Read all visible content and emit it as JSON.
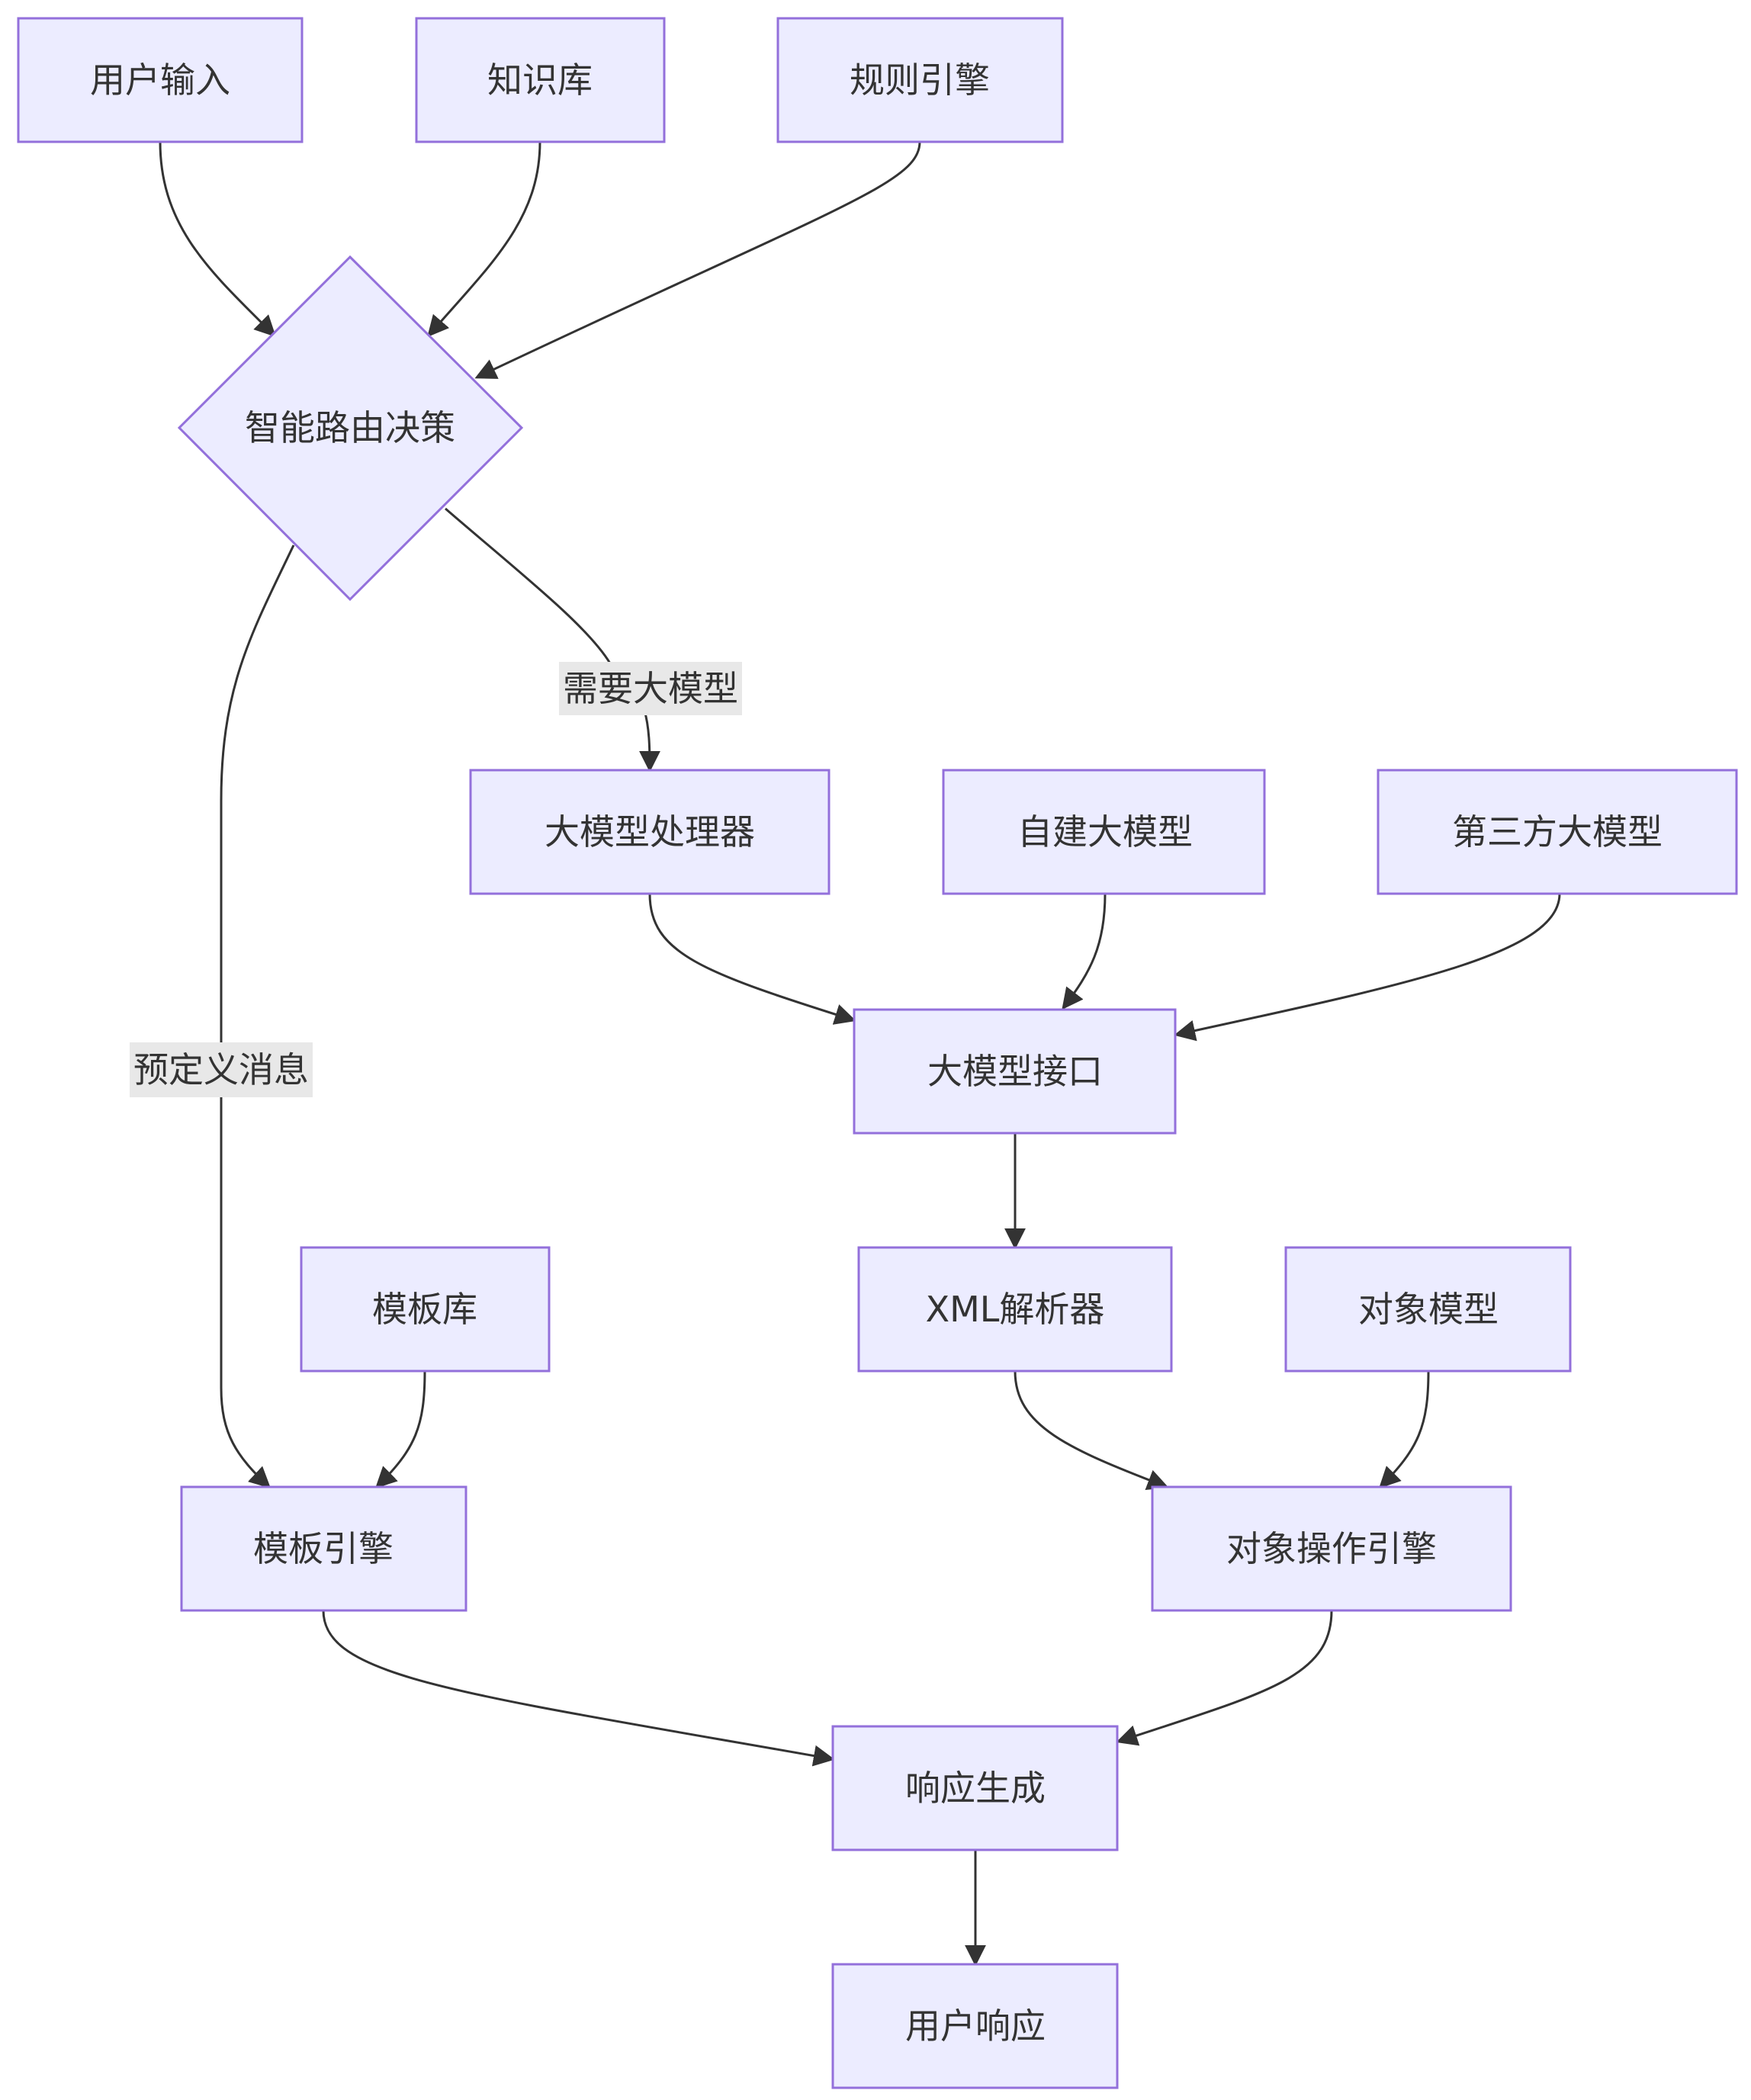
{
  "diagram": {
    "type": "flowchart",
    "colors": {
      "node_fill": "#ECECFF",
      "node_stroke": "#9370DB",
      "edge": "#333333",
      "label_bg": "#E8E8E8",
      "text": "#333333"
    },
    "nodes": {
      "user_input": "用户输入",
      "knowledge_base": "知识库",
      "rule_engine": "规则引擎",
      "routing_decision": "智能路由决策",
      "llm_processor": "大模型处理器",
      "self_built_llm": "自建大模型",
      "third_party_llm": "第三方大模型",
      "llm_interface": "大模型接口",
      "xml_parser": "XML解析器",
      "object_model": "对象模型",
      "template_library": "模板库",
      "template_engine": "模板引擎",
      "object_operation_engine": "对象操作引擎",
      "response_generation": "响应生成",
      "user_response": "用户响应"
    },
    "edge_labels": {
      "needs_llm": "需要大模型",
      "predefined_message": "预定义消息"
    },
    "edges": [
      {
        "from": "user_input",
        "to": "routing_decision"
      },
      {
        "from": "knowledge_base",
        "to": "routing_decision"
      },
      {
        "from": "rule_engine",
        "to": "routing_decision"
      },
      {
        "from": "routing_decision",
        "to": "llm_processor",
        "label": "needs_llm"
      },
      {
        "from": "routing_decision",
        "to": "template_engine",
        "label": "predefined_message"
      },
      {
        "from": "llm_processor",
        "to": "llm_interface"
      },
      {
        "from": "self_built_llm",
        "to": "llm_interface"
      },
      {
        "from": "third_party_llm",
        "to": "llm_interface"
      },
      {
        "from": "llm_interface",
        "to": "xml_parser"
      },
      {
        "from": "xml_parser",
        "to": "object_operation_engine"
      },
      {
        "from": "object_model",
        "to": "object_operation_engine"
      },
      {
        "from": "template_library",
        "to": "template_engine"
      },
      {
        "from": "template_engine",
        "to": "response_generation"
      },
      {
        "from": "object_operation_engine",
        "to": "response_generation"
      },
      {
        "from": "response_generation",
        "to": "user_response"
      }
    ]
  }
}
